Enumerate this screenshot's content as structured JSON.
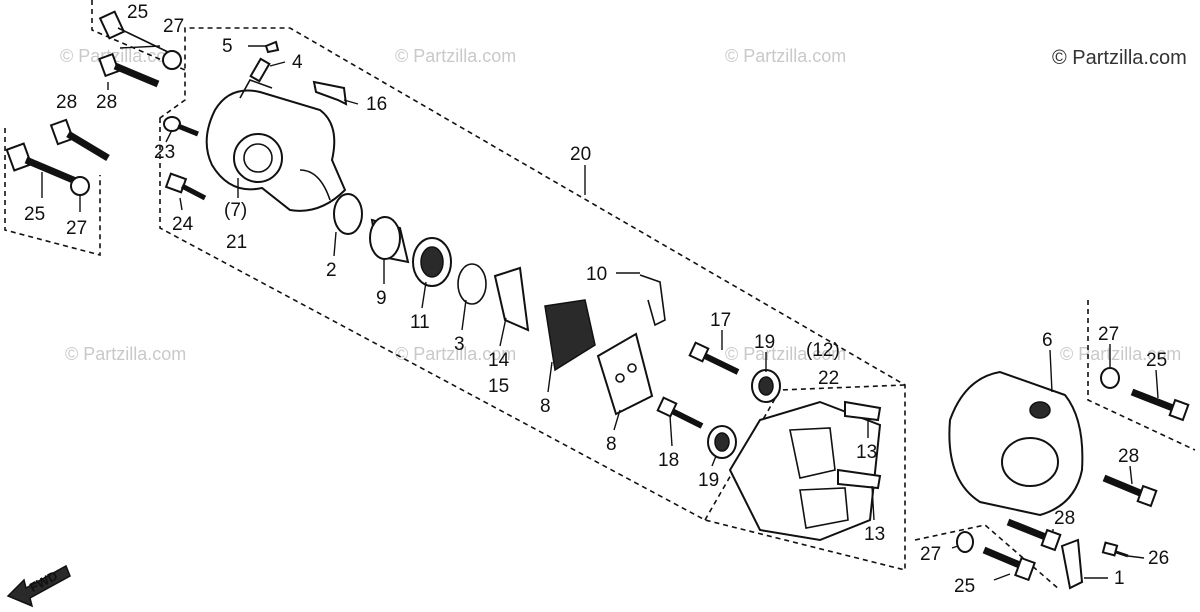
{
  "watermarks": {
    "main": "© Partzilla.com",
    "faint": "© Partzilla.com"
  },
  "fwd_label": "FWD",
  "callouts": {
    "c25a": "25",
    "c27a": "27",
    "c5": "5",
    "c4": "4",
    "c28a": "28",
    "c16": "16",
    "c28b": "28",
    "c23": "23",
    "c25b": "25",
    "c27b": "27",
    "c24": "24",
    "c7": "(7)",
    "c21": "21",
    "c20": "20",
    "c2": "2",
    "c9": "9",
    "c11": "11",
    "c3": "3",
    "c10": "10",
    "c14": "14",
    "c15": "15",
    "c8a": "8",
    "c8b": "8",
    "c17": "17",
    "c19a": "19",
    "c12": "(12)",
    "c22": "22",
    "c18": "18",
    "c19b": "19",
    "c13a": "13",
    "c13b": "13",
    "c6": "6",
    "c27c": "27",
    "c25c": "25",
    "c28c": "28",
    "c28d": "28",
    "c27d": "27",
    "c26": "26",
    "c25d": "25",
    "c1": "1"
  },
  "colors": {
    "ink": "#111111",
    "watermark": "#c9c9c9",
    "background": "#ffffff"
  }
}
